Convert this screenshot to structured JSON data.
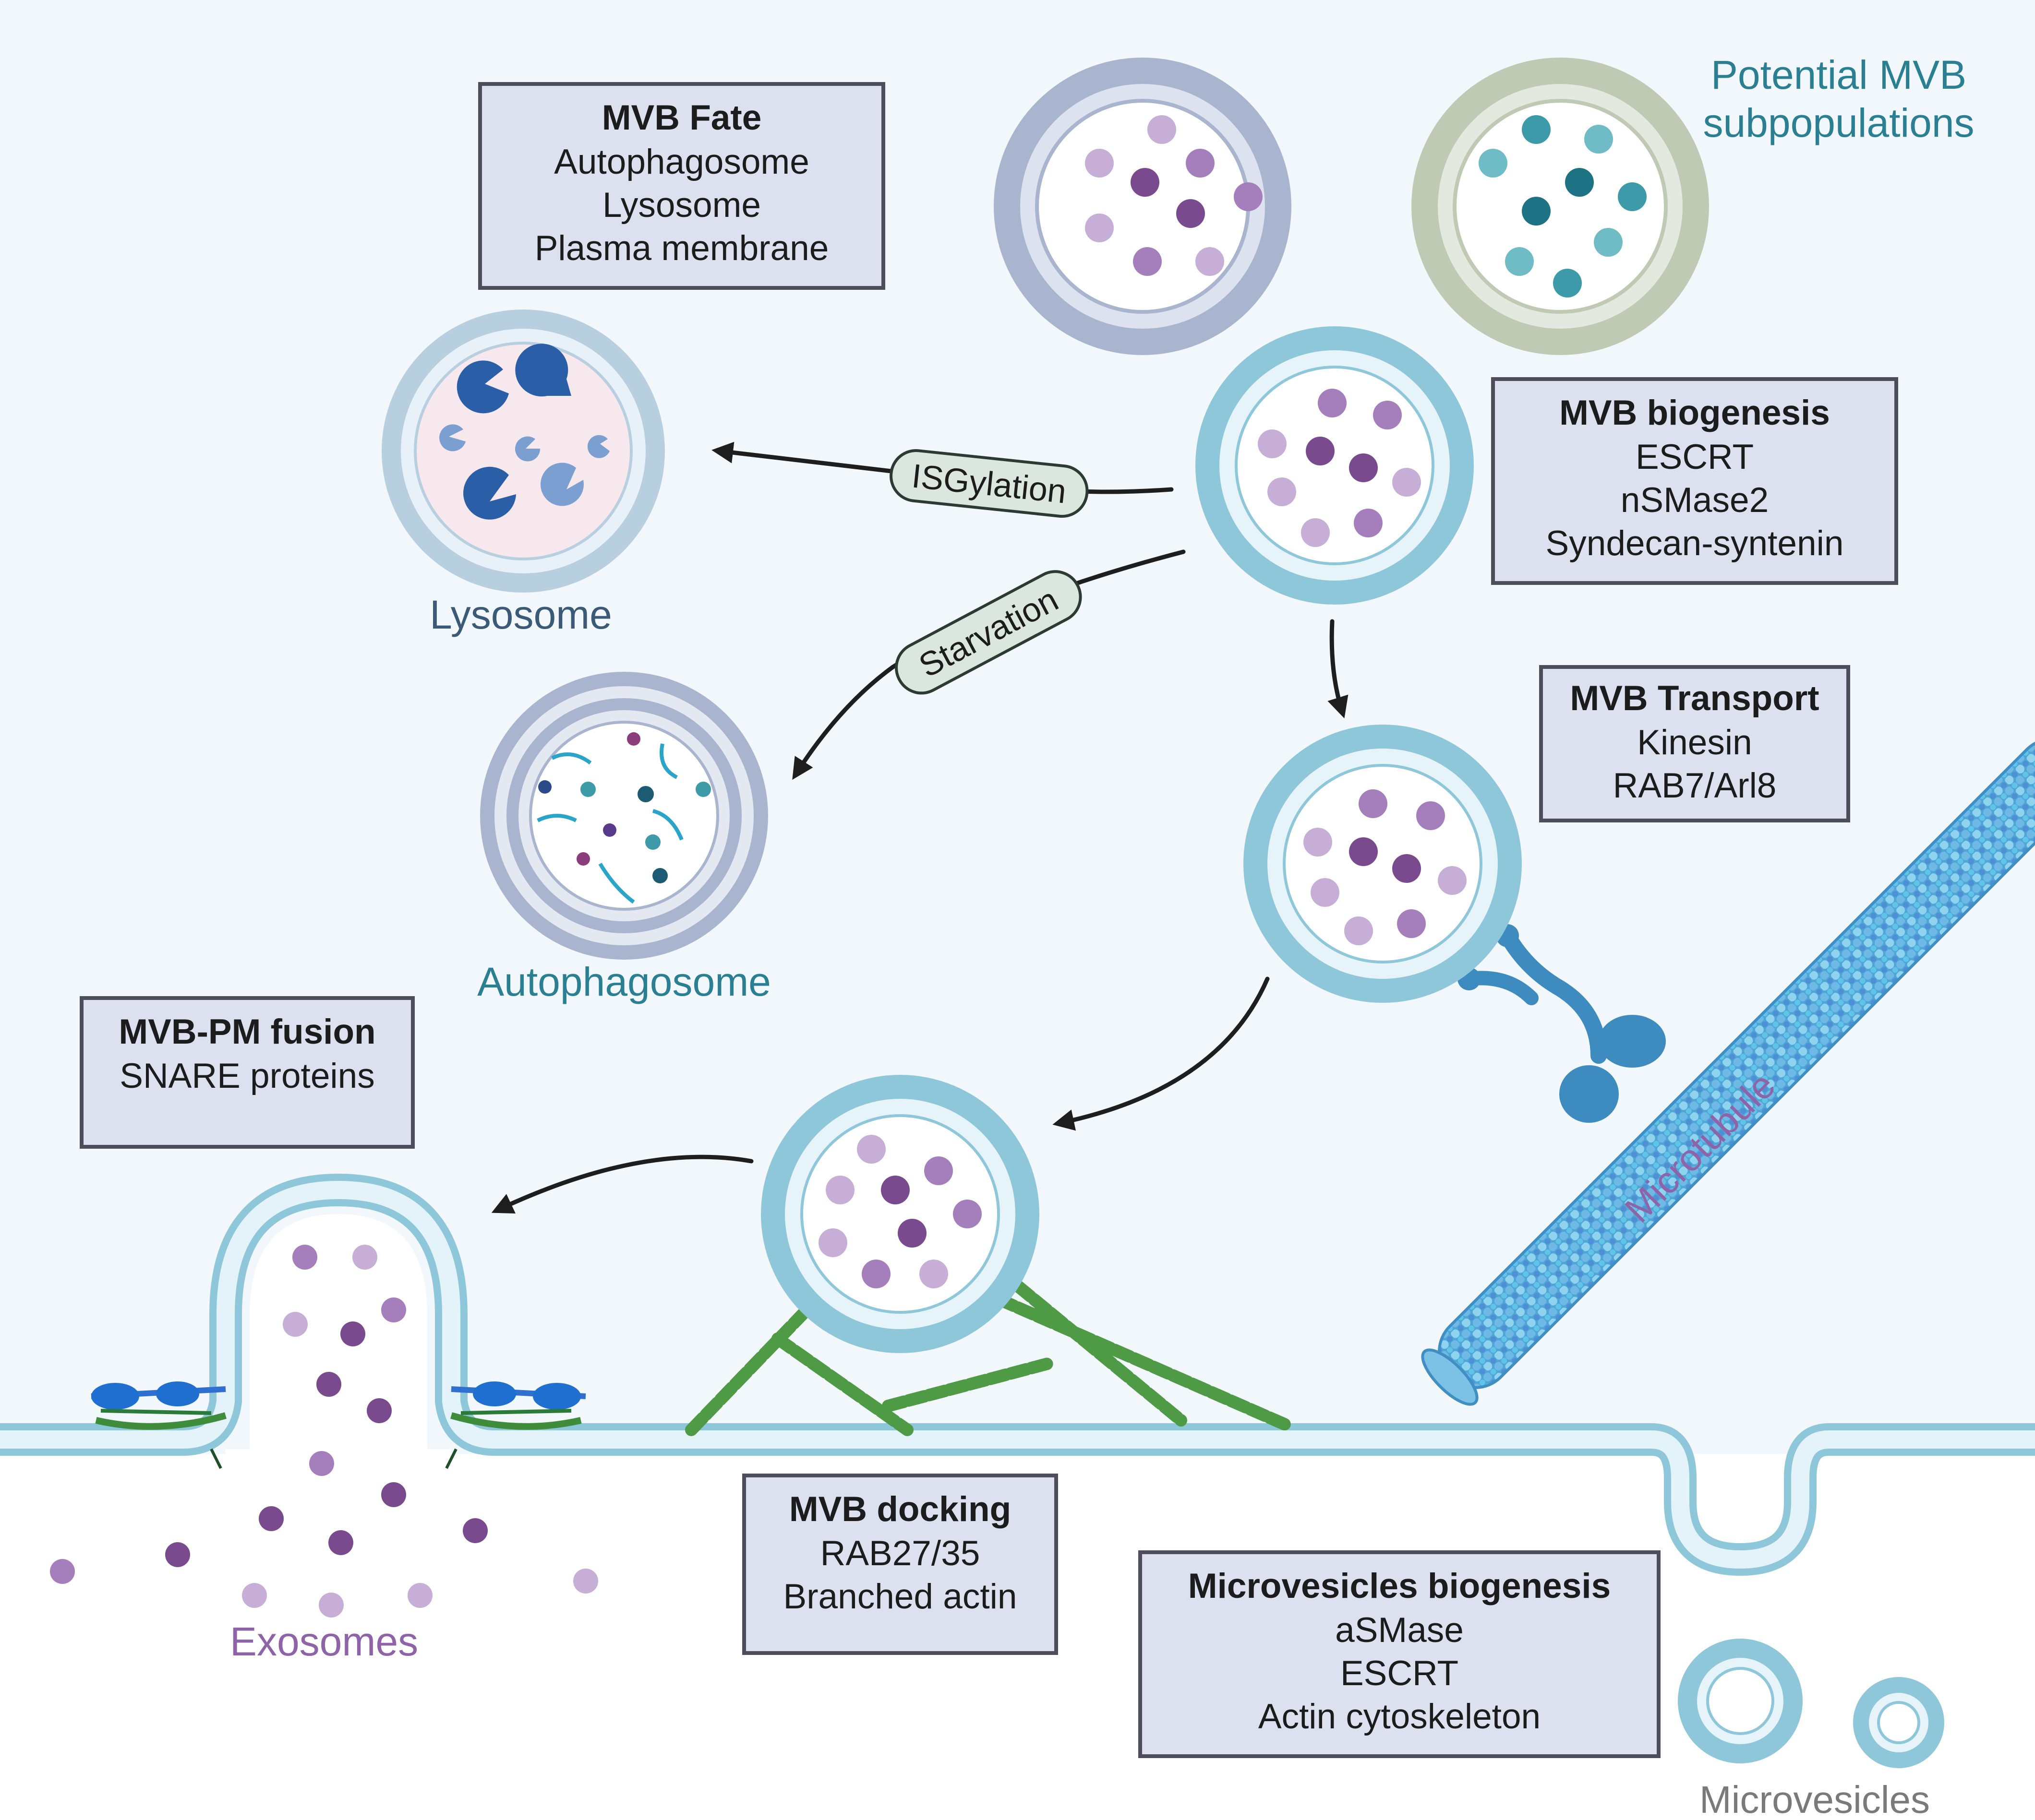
{
  "labels": {
    "potential_mvb": [
      "Potential MVB",
      "subpopulations"
    ],
    "lysosome": "Lysosome",
    "autophagosome": "Autophagosome",
    "exosomes": "Exosomes",
    "microtubule": "Microtubule",
    "microvesicles": "Microvesicles"
  },
  "pills": {
    "isgylation": "ISGylation",
    "starvation": "Starvation"
  },
  "boxes": {
    "mvb_fate": {
      "title": "MVB Fate",
      "lines": [
        "Autophagosome",
        "Lysosome",
        "Plasma membrane"
      ]
    },
    "mvb_biogenesis": {
      "title": "MVB biogenesis",
      "lines": [
        "ESCRT",
        "nSMase2",
        "Syndecan-syntenin"
      ]
    },
    "mvb_transport": {
      "title": "MVB Transport",
      "lines": [
        "Kinesin",
        "RAB7/Arl8"
      ]
    },
    "mvb_pm_fusion": {
      "title": "MVB-PM fusion",
      "lines": [
        "SNARE proteins"
      ]
    },
    "mvb_docking": {
      "title": "MVB docking",
      "lines": [
        "RAB27/35",
        "Branched actin"
      ]
    },
    "microvesicles_biogenesis": {
      "title": "Microvesicles biogenesis",
      "lines": [
        "aSMase",
        "ESCRT",
        "Actin cytoskeleton"
      ]
    }
  },
  "colors": {
    "background": "#f2f7fb",
    "membrane": "#8ec7da",
    "box_fill": "#dde0ef",
    "box_stroke": "#4d4d5c",
    "exosome_dark": "#7a4a8e",
    "exosome_light": "#c7aed6",
    "teal_label": "#2a7f92",
    "lysosome_label": "#3a5a77",
    "exosomes_label": "#8e63a8",
    "microvesicles_label": "#7a7a7a",
    "microtubule": "#5aaedb",
    "actin": "#4e9a45"
  },
  "icons": {
    "lysosome_enzymes": "pacman-enzyme-icon",
    "kinesin_motor": "kinesin-motor-icon",
    "snare_complex": "snare-complex-icon"
  }
}
